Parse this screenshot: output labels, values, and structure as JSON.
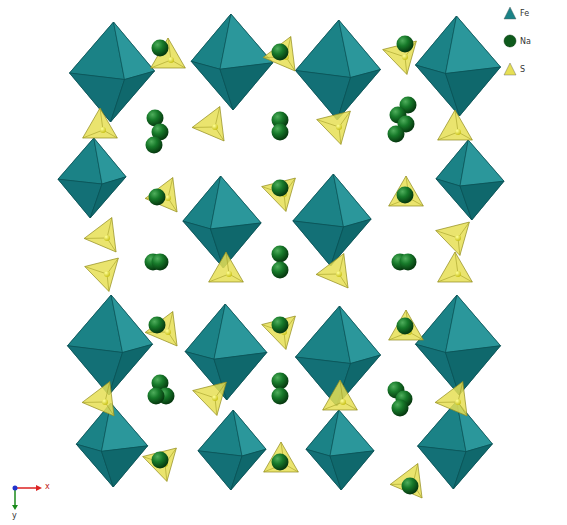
{
  "diagram": {
    "labels": [
      "x",
      "y"
    ],
    "legend": [
      {
        "text": "Fe",
        "color": "#1b8286"
      },
      {
        "text": "Na",
        "color": "#0e5a1c"
      },
      {
        "text": "S",
        "color": "#e6df55"
      }
    ]
  }
}
